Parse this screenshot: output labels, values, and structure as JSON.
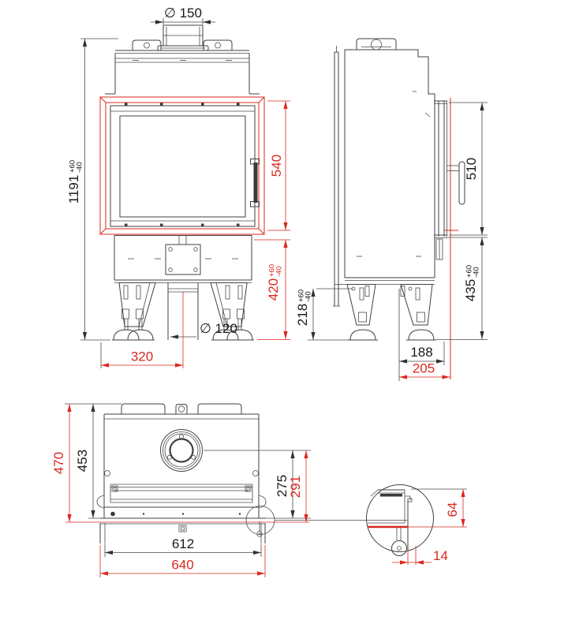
{
  "drawing": {
    "type": "fireplace-insert-technical-drawing",
    "colors": {
      "line": "#404040",
      "accent_red": "#d9291f",
      "background": "#ffffff"
    }
  },
  "views": {
    "front_view": {
      "dims": {
        "flue_diameter": "∅ 150",
        "total_height": {
          "value": "1191",
          "tol_plus": "+60",
          "tol_minus": "-40"
        },
        "door_frame_height": "540",
        "base_height": {
          "value": "420",
          "tol_plus": "+60",
          "tol_minus": "-40"
        },
        "pipe_diameter": "∅ 120",
        "base_width": "320"
      }
    },
    "side_view": {
      "dims": {
        "door_height": "510",
        "base_height": {
          "value": "435",
          "tol_plus": "+60",
          "tol_minus": "-40"
        },
        "leg_height": {
          "value": "218",
          "tol_plus": "+60",
          "tol_minus": "-40"
        },
        "depth_inner": "188",
        "depth_total": "205"
      }
    },
    "plan_view": {
      "dims": {
        "depth_total": "470",
        "body_depth": "453",
        "flue_center_offset": "275",
        "flue_center_to_frame": "291",
        "width_inner": "612",
        "width_total": "640"
      }
    },
    "detail_view": {
      "dims": {
        "frame_drop": "64",
        "frame_offset": "14"
      }
    }
  }
}
